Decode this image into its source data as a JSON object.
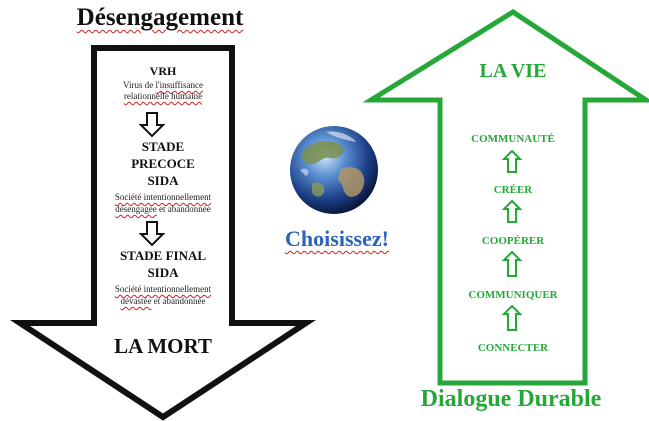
{
  "left": {
    "title": "Désengagement",
    "s1": {
      "title": "VRH",
      "sub1_a": "Virus de ",
      "sub1_b": "l'insuffisance",
      "sub2": "relationnelle humaine"
    },
    "s2": {
      "t1": "STADE",
      "t2": "PRECOCE",
      "t3": "SIDA",
      "sub1": "Société intentionnellement",
      "sub2_a": "désengagée",
      "sub2_b": " et abandonnée"
    },
    "s3": {
      "t1": "STADE FINAL",
      "t2": "SIDA",
      "sub1": "Société intentionnellement",
      "sub2_a": "dévastée",
      "sub2_b": " et abandonnée"
    },
    "end": "LA MORT"
  },
  "center": {
    "label": "Choisissez!"
  },
  "right": {
    "top": "LA VIE",
    "steps": [
      "COMMUNAUTÉ",
      "CRÉER",
      "COOPÉRER",
      "COMMUNIQUER",
      "CONNECTER"
    ],
    "title": "Dialogue Durable"
  },
  "colors": {
    "green": "#25a838",
    "black": "#111111",
    "blue": "#2a63b8"
  }
}
